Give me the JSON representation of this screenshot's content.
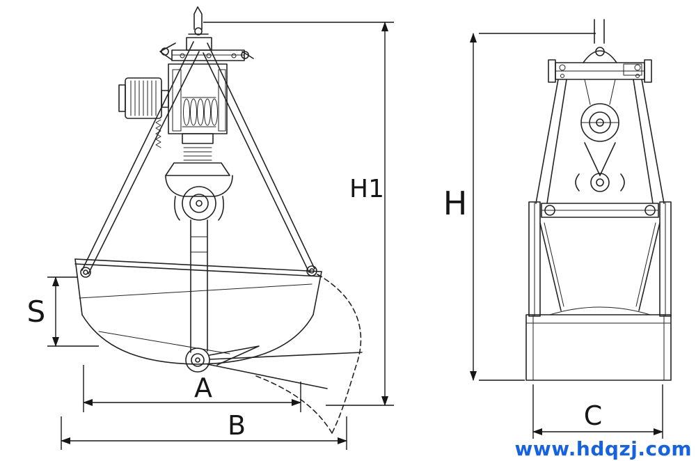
{
  "drawing": {
    "background": "#ffffff",
    "line_color": "#222222",
    "dimension_color": "#161616"
  },
  "dimension_labels": {
    "h1": "H1",
    "h": "H",
    "s": "S",
    "a": "A",
    "b": "B",
    "c": "C"
  },
  "watermark": {
    "text": "www.hdqzj.com",
    "color": "#1563e2"
  }
}
